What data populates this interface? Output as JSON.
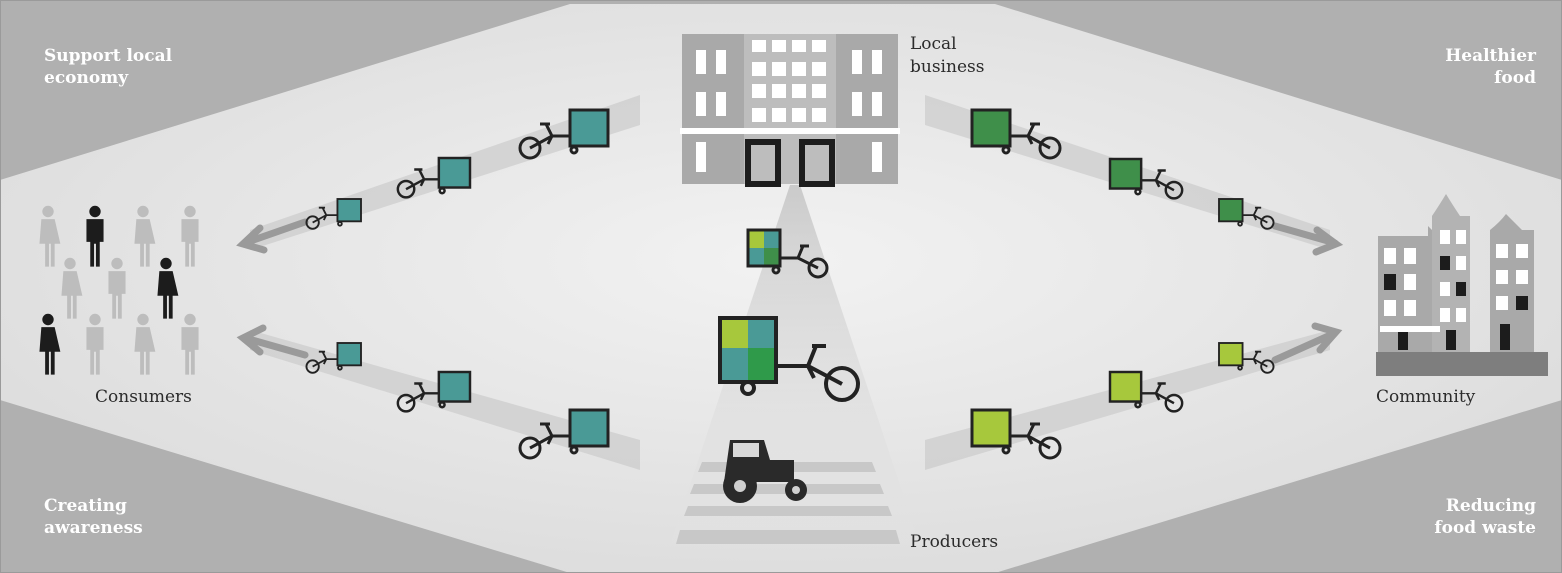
{
  "corners": {
    "top_left": "Support local\neconomy",
    "top_right": "Healthier\nfood",
    "bottom_left": "Creating\nawareness",
    "bottom_right": "Reducing\nfood waste"
  },
  "nodes": {
    "local_business": "Local\nbusiness",
    "consumers": "Consumers",
    "community": "Community",
    "producers": "Producers"
  },
  "colors": {
    "frame": "#b0b0b0",
    "center": "#eaeaea",
    "teal": "#4a9a96",
    "dark_green": "#3f8f4a",
    "lime": "#a7c83c",
    "people_light": "#bdbdbd",
    "people_dark": "#1c1c1c",
    "building": "#a9a9a9",
    "icon_stroke": "#222222"
  },
  "icons": {
    "business": "building-icon",
    "community": "houses-icon",
    "producers": "tractor-icon",
    "people": "person-icon",
    "transport": "cargo-bike-icon"
  }
}
